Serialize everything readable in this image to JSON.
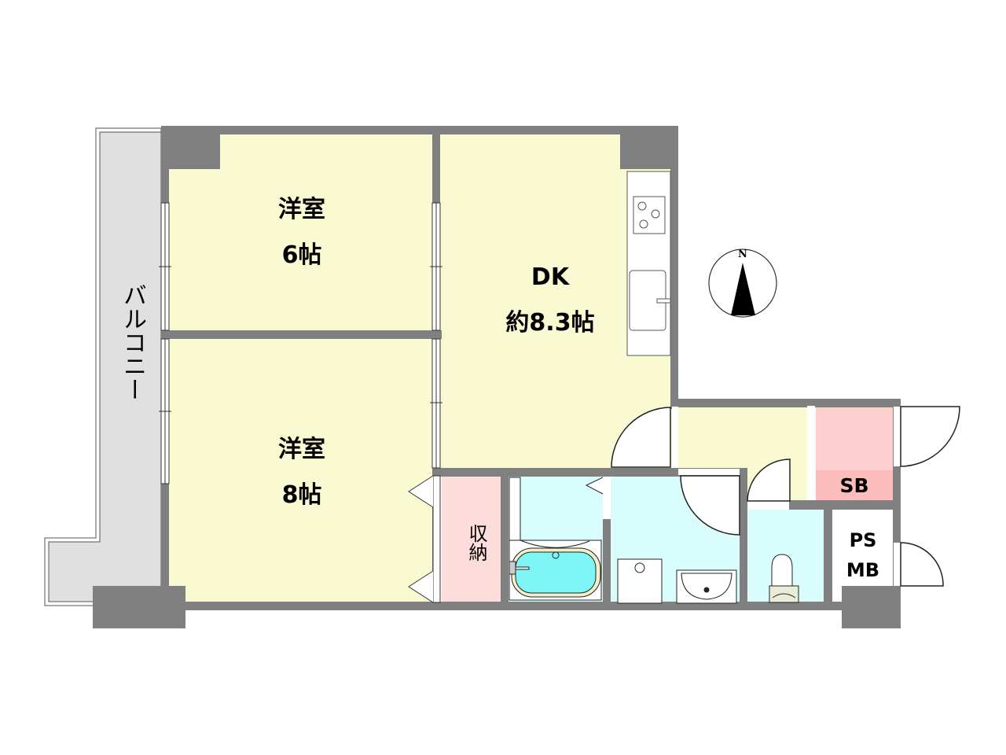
{
  "floorplan": {
    "compass": {
      "letter": "N"
    },
    "rooms": [
      {
        "id": "western-room-6",
        "name": "洋室",
        "size": "6帖"
      },
      {
        "id": "western-room-8",
        "name": "洋室",
        "size": "8帖"
      },
      {
        "id": "dining-kitchen",
        "name": "DK",
        "size": "約8.3帖"
      },
      {
        "id": "storage",
        "name": "収納"
      },
      {
        "id": "shoe-box",
        "name": "SB"
      },
      {
        "id": "pipe-space",
        "name_line1": "PS",
        "name_line2": "MB"
      },
      {
        "id": "balcony",
        "name": "バルコニー"
      }
    ],
    "colors": {
      "wall": "#808080",
      "room_yellow": "#fafad2",
      "wet_area_cyan": "#d9fdfd",
      "storage_pink": "#fddcdc",
      "shoebox_pink": "#fdc8c8",
      "balcony_gray": "#e0e0e0",
      "bathtub_water": "#7ff6f6",
      "bathtub_rim": "#f3efc8"
    }
  }
}
